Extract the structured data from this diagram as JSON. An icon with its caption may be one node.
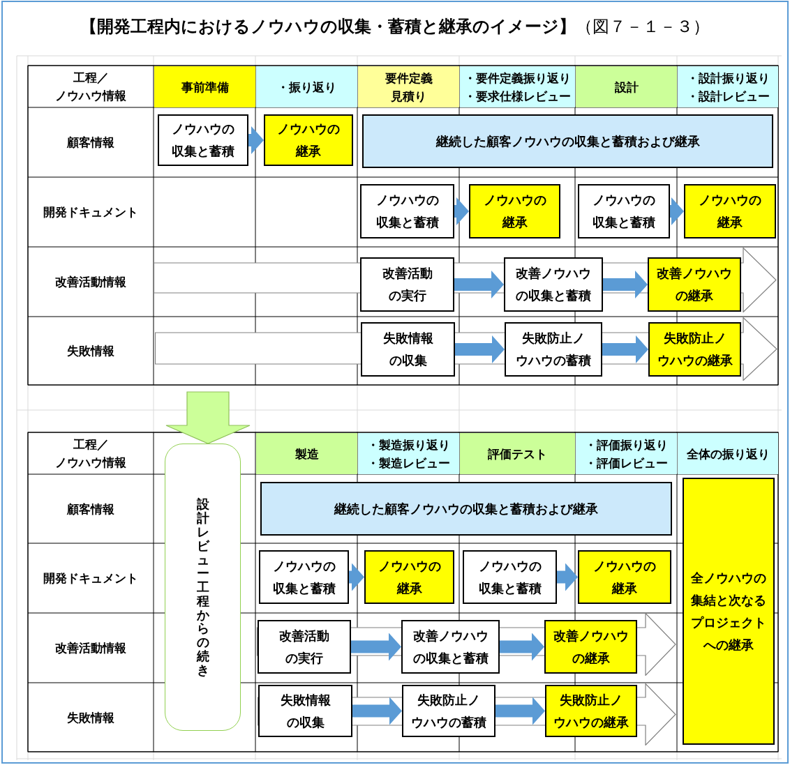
{
  "diagram": {
    "title": "**【開発工程内におけるノウハウの収集・蓄積と継承のイメージ】**（図７－１－３）",
    "nodes": [
      {
        "text": [
          "ノウハウの収集と蓄積"
        ]
      },
      {
        "text": [
          "ノウハウの継承"
        ]
      },
      {
        "text": [
          "継続した顧客ノウハウの収集と蓄積および継承"
        ]
      },
      {
        "text": [
          "ノウハウの収集と蓄積"
        ]
      },
      {
        "text": [
          "ノウハウの継承"
        ]
      },
      {
        "text": [
          "ノウハウの収集と蓄積"
        ]
      },
      {
        "text": [
          "ノウハウの継承"
        ]
      },
      {
        "text": [],
        "shape": "arrow"
      },
      {
        "text": [
          "改善活動の実行"
        ],
        "in": 7
      },
      {
        "text": [
          "改善ノウハウの収集と蓄積"
        ],
        "in": 7
      },
      {
        "text": [
          "改善ノウハウの継承"
        ],
        "in": 7
      },
      {
        "text": [],
        "shape": "arrow"
      },
      {
        "text": [
          "失敗情報の収集"
        ],
        "in": 11
      },
      {
        "text": [
          "失敗防止ノウハウの蓄積"
        ],
        "in": 11
      },
      {
        "text": [
          "失敗防止ノウハウの継承"
        ],
        "in": 11
      },
      {
        "text": [
          "設計レビュー工程からの続き"
        ]
      },
      {
        "text": [
          "継続した顧客ノウハウの収集と蓄積および継承"
        ]
      },
      {
        "text": [
          "全ノウハウの集結と次なるプロジェクトへの継承"
        ]
      },
      {
        "text": [
          "ノウハウの収集と蓄積"
        ]
      },
      {
        "text": [
          "ノウハウの継承"
        ]
      },
      {
        "text": [
          "ノウハウの収集と蓄積"
        ]
      },
      {
        "text": [
          "ノウハウの継承"
        ]
      },
      {
        "text": [],
        "shape": "arrow"
      },
      {
        "text": [
          "改善活動の実行"
        ],
        "in": 22
      },
      {
        "text": [
          "改善ノウハウの収集と蓄積"
        ],
        "in": 22
      },
      {
        "text": [
          "改善ノウハウの継承"
        ],
        "in": 22
      },
      {
        "text": [],
        "shape": "arrow"
      },
      {
        "text": [
          "失敗情報の収集"
        ],
        "in": 26
      },
      {
        "text": [
          "失敗防止ノウハウの蓄積"
        ],
        "in": 26
      },
      {
        "text": [
          "失敗防止ノウハウの継承"
        ],
        "in": 26
      }
    ],
    "edges": [
      {
        "from": 0,
        "to": 1,
        "arrow": "to"
      },
      {
        "from": 3,
        "to": 4,
        "arrow": "to"
      },
      {
        "from": 5,
        "to": 6,
        "arrow": "to"
      },
      {
        "from": 8,
        "to": 9,
        "arrow": "to"
      },
      {
        "from": 9,
        "to": 10,
        "arrow": "to"
      },
      {
        "from": 12,
        "to": 13,
        "arrow": "to"
      },
      {
        "from": 13,
        "to": 14,
        "arrow": "to"
      },
      {
        "from": null,
        "to": 15,
        "arrow": "to",
        "color": "#ccff99"
      },
      {
        "from": 18,
        "to": 19,
        "arrow": "to"
      },
      {
        "from": 20,
        "to": 21,
        "arrow": "to"
      },
      {
        "from": 23,
        "to": 24,
        "arrow": "to"
      },
      {
        "from": 24,
        "to": 25,
        "arrow": "to"
      },
      {
        "from": 27,
        "to": 28,
        "arrow": "to"
      },
      {
        "from": 28,
        "to": 29,
        "arrow": "to"
      }
    ],
    "labels": [
      "工程／ノウハウ情報",
      "事前準備",
      "・振り返り",
      "要件定義見積り",
      "・要件定義振り返り・要求仕様レビュー",
      "設計",
      "・設計振り返り・設計レビュー",
      "顧客情報",
      "開発ドキュメント",
      "改善活動情報",
      "失敗情報",
      "工程／ノウハウ情報",
      "製造",
      "・製造振り返り・製造レビュー",
      "評価テスト",
      "・評価振り返り・評価レビュー",
      "全体の振り返り",
      "顧客情報",
      "開発ドキュメント",
      "改善活動情報",
      "失敗情報"
    ]
  }
}
